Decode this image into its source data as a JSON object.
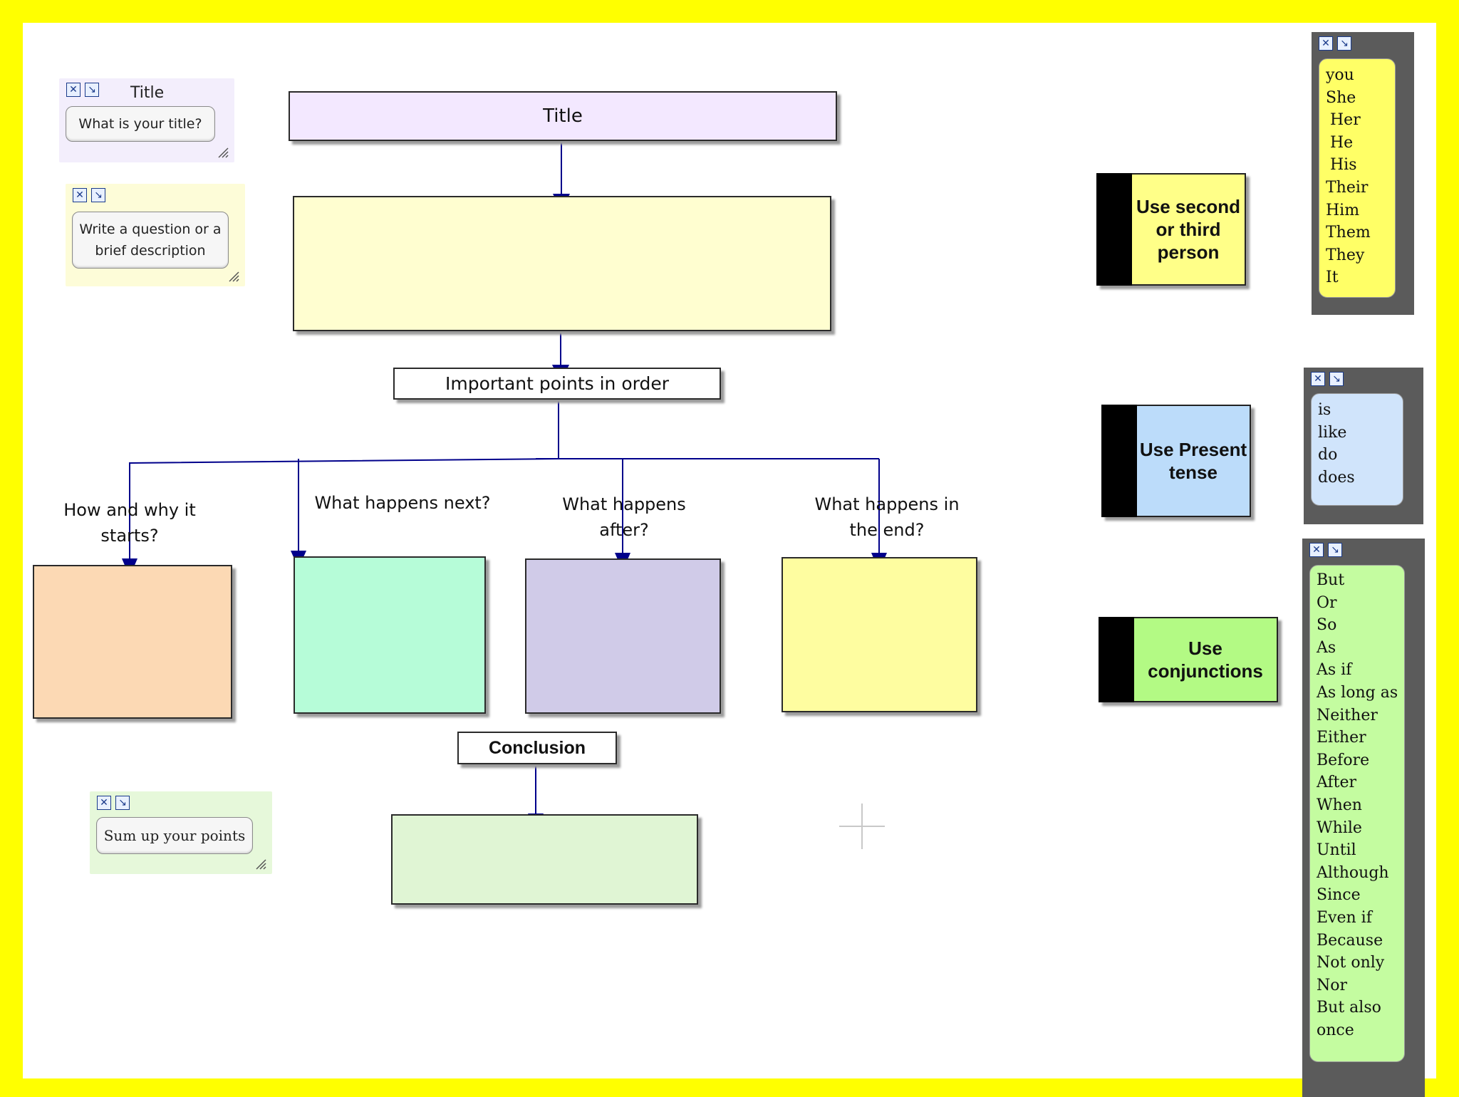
{
  "diagram": {
    "title_box": "Title",
    "subheading": "Important points in order",
    "branches": [
      {
        "question": "How and why it starts?",
        "color": "#fcd9b4"
      },
      {
        "question": "What happens next?",
        "color": "#b6fcd8"
      },
      {
        "question": "What happens after?",
        "color": "#d0cbe8"
      },
      {
        "question": "What happens in the end?",
        "color": "#fefda0"
      }
    ],
    "conclusion": "Conclusion",
    "colors": {
      "title_fill": "#f3e8ff",
      "description_fill": "#fffed0",
      "conclusion_fill": "#e0f5d4",
      "connector": "#00008b"
    }
  },
  "notes": {
    "title_note": {
      "heading": "Title",
      "text": "What is your title?"
    },
    "description_note": {
      "text": "Write a question or a brief description"
    },
    "sum_note": {
      "text": "Sum up your points"
    }
  },
  "rules": [
    {
      "text": "Use second or third person",
      "color": "#ffff88"
    },
    {
      "text": "Use Present tense",
      "color": "#bcdcfa"
    },
    {
      "text": "Use conjunctions",
      "color": "#b3fa84"
    }
  ],
  "word_panels": {
    "pronouns": [
      "you",
      "She",
      "Her",
      "He",
      "His",
      "Their",
      "Him",
      "Them",
      "They",
      "It"
    ],
    "verbs": [
      "is",
      "like",
      "do",
      "does"
    ],
    "conjunctions": [
      "But",
      "Or",
      "So",
      "As",
      "As if",
      "As long as",
      "Neither",
      "Either",
      "Before",
      "After",
      "When",
      "While",
      "Until",
      "Although",
      "Since",
      "Even if",
      "Because",
      "Not only",
      "Nor",
      "But also",
      "once"
    ]
  },
  "controls": {
    "close_glyph": "✕",
    "expand_glyph": "↘"
  }
}
